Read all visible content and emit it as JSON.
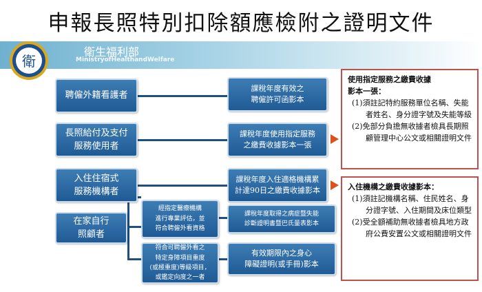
{
  "title": "申報長照特別扣除額應檢附之證明文件",
  "ministry": {
    "name_zh": "衛生福利部",
    "name_en": "MinistryofHealthandWelfare",
    "logo_glyph": "衛"
  },
  "left": {
    "foreign_caregiver": "聘僱外籍看護者",
    "ltc_payment": "長照給付及支付\n服務使用者",
    "residential": "入住住宿式\n服務機構者",
    "home_care": "在家自行\n照顧者"
  },
  "middle": {
    "home_care_a": "經指定醫療機構\n進行專業評估，並\n符合聘僱外看資格",
    "home_care_b": "符合可聘僱外看之\n特定身障項目重度\n(或極重度)等級項目，\n或鑑定向度之一者"
  },
  "right": {
    "permit_copy": "課稅年度有效之\n聘僱許可函影本",
    "ltc_receipt": "課稅年度使用指定服務\n之繳費收據影本一張",
    "residential_receipt": "課稅年度入住適格機構累\n計達90日之繳費收據影本",
    "diagnosis": "課稅年度取得之病症暨失能\n診斷證明書暨巴氏量表影本",
    "disability_cert": "有效期限內之身心\n障礙證明(或手冊)影本"
  },
  "note1": {
    "head": "使用指定服務之繳費收據\n影本一張：",
    "items": [
      "(1)須註記特約服務單位名稱、失能者姓名、身分證字號及失能等級",
      "(2)免部分負擔無收據者檢具長期照顧管理中心公文或相關證明文件"
    ]
  },
  "note2": {
    "head": "入住機構之繳費收據影本：",
    "items": [
      "(1)須註記機構名稱、住民姓名、身分證字號、入住期間及床位類型",
      "(2)受全額補助無收據者檢具地方政府公費安置公文或相關證明文件"
    ]
  },
  "colors": {
    "box": "#1f5a95",
    "line": "#1f4e82",
    "arrow": "#d9531e",
    "note_border": "#c0504d"
  }
}
